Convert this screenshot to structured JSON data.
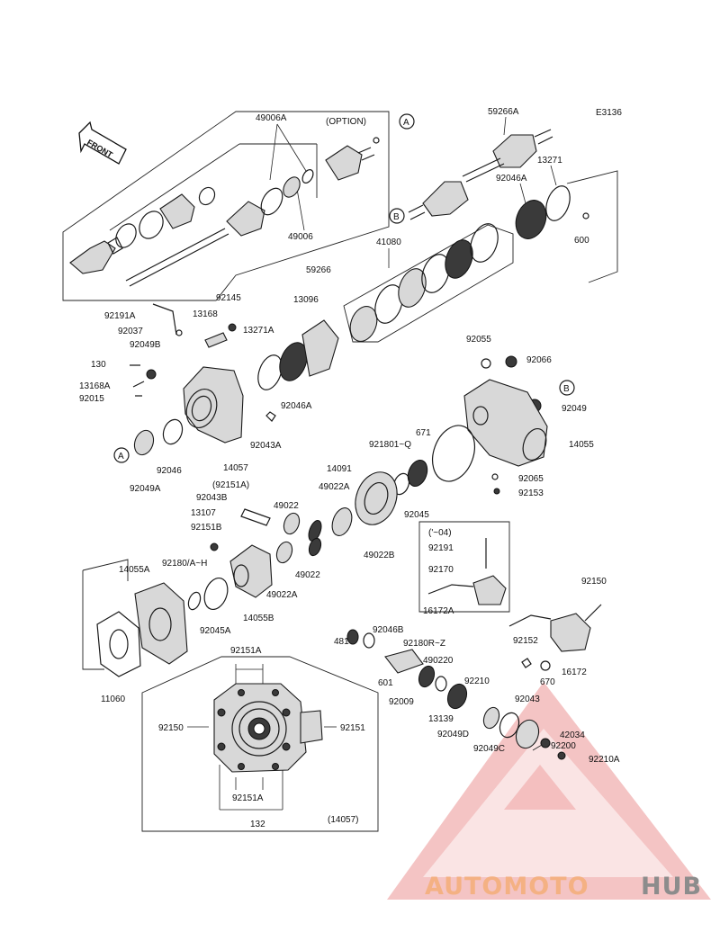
{
  "diagram": {
    "code": "E3136",
    "front_label": "FRONT",
    "option_label": "(OPTION)",
    "bracket_labels": {
      "early": "('~04)",
      "ref": "(14057)"
    },
    "markers": {
      "a": "A",
      "b": "B"
    },
    "parts": {
      "p49006A": "49006A",
      "p49006": "49006",
      "p59266": "59266",
      "p59266A": "59266A",
      "p13271": "13271",
      "p92046A_top": "92046A",
      "p600": "600",
      "p41080": "41080",
      "p92145": "92145",
      "p13096": "13096",
      "p13168": "13168",
      "p13271A": "13271A",
      "p92191A": "92191A",
      "p92037": "92037",
      "p92049B": "92049B",
      "p130": "130",
      "p13168A": "13168A",
      "p92015": "92015",
      "p92046A_mid": "92046A",
      "p92043A": "92043A",
      "p92046": "92046",
      "p14057": "14057",
      "p92049A": "92049A",
      "p92151A_paren": "(92151A)",
      "p92055": "92055",
      "p92066": "92066",
      "p92049": "92049",
      "p671": "671",
      "p92180_1": "921801~Q",
      "p14055": "14055",
      "p14091": "14091",
      "p92065": "92065",
      "p92153": "92153",
      "p49022A_top": "49022A",
      "p92043B": "92043B",
      "p49022_top": "49022",
      "p13107": "13107",
      "p92045": "92045",
      "p92151B": "92151B",
      "p49022B": "49022B",
      "p92191": "92191",
      "p92180AH": "92180/A~H",
      "p49022": "49022",
      "p92170": "92170",
      "p14055A": "14055A",
      "p49022A": "49022A",
      "p16172A": "16172A",
      "p14055B": "14055B",
      "p92150_r": "92150",
      "p92045A": "92045A",
      "p92046B": "92046B",
      "p481": "481",
      "p92180RZ": "92180R~Z",
      "p490220": "490220",
      "p92152": "92152",
      "p16172": "16172",
      "p11060": "11060",
      "p92151A_top": "92151A",
      "p601": "601",
      "p92210": "92210",
      "p670": "670",
      "p92009": "92009",
      "p92043": "92043",
      "p92150_l": "92150",
      "p92151": "92151",
      "p13139": "13139",
      "p42034": "42034",
      "p92049D": "92049D",
      "p92200": "92200",
      "p92049C": "92049C",
      "p92210A": "92210A",
      "p92151A_bot": "92151A",
      "p132": "132"
    }
  },
  "watermark": {
    "text_a": "AUTOMOTO",
    "text_b": "HUB",
    "color_a": "#f4b183",
    "color_b": "#8c8c8c",
    "triangle_color": "#e87f7f"
  }
}
